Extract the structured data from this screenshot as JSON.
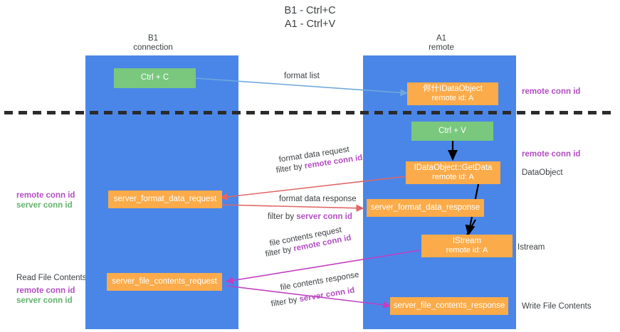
{
  "title": "B1 - Ctrl+C\nA1 - Ctrl+V",
  "colors": {
    "lane": "#4a86e8",
    "green_node": "#79c87e",
    "orange_node": "#fbab49",
    "purple_text": "#b24ec2",
    "green_text": "#62b36a",
    "dark_text": "#3c4043",
    "arrow_blue": "#6fa8dc",
    "arrow_red": "#e06666",
    "arrow_magenta": "#c13fc1",
    "arrow_black": "#000000",
    "divider": "#2b2b2b"
  },
  "lanes": [
    {
      "id": "b1",
      "header": "B1\nconnection"
    },
    {
      "id": "a1",
      "header": "A1\nremote"
    }
  ],
  "nodes": [
    {
      "id": "ctrl-c",
      "line1": "Ctrl + C",
      "line2": "",
      "color": "green"
    },
    {
      "id": "idataobject-remote",
      "line1": "侭什IDataObject",
      "line2": "remote id: A",
      "color": "orange"
    },
    {
      "id": "ctrl-v",
      "line1": "Ctrl + V",
      "line2": "",
      "color": "green"
    },
    {
      "id": "idataobject-getdata",
      "line1": "IDataObject::GetData",
      "line2": "remote id: A",
      "color": "orange"
    },
    {
      "id": "server-format-data-request",
      "line1": "server_format_data_request",
      "line2": "",
      "color": "orange"
    },
    {
      "id": "server-format-data-response",
      "line1": "server_format_data_response",
      "line2": "",
      "color": "orange"
    },
    {
      "id": "istream",
      "line1": "IStream",
      "line2": "remote id: A",
      "color": "orange"
    },
    {
      "id": "server-file-contents-request",
      "line1": "server_file_contents_request",
      "line2": "",
      "color": "orange"
    },
    {
      "id": "server-file-contents-response",
      "line1": "server_file_contents_response",
      "line2": "",
      "color": "orange"
    }
  ],
  "edge_labels": {
    "format_list": "format list",
    "format_data_request": "format data request",
    "format_data_request_filter_prefix": "filter by ",
    "format_data_request_filter_key": "remote conn id",
    "format_data_response": "format data response",
    "format_data_response_filter_prefix": "filter by ",
    "format_data_response_filter_key": "server conn id",
    "file_contents_request": "file contents request",
    "file_contents_request_filter_prefix": "filter by ",
    "file_contents_request_filter_key": "remote conn id",
    "file_contents_response": "file contents response",
    "file_contents_response_filter_prefix": "filter by ",
    "file_contents_response_filter_key": "server conn id"
  },
  "annotations": {
    "right_remote_conn_id_top": "remote conn id",
    "right_remote_conn_id_mid": "remote conn id",
    "right_dataobject": "DataObject",
    "right_istream": "Istream",
    "right_write_file_contents": "Write File Contents",
    "left_remote_conn_id_mid": "remote conn id",
    "left_server_conn_id_mid": "server conn id",
    "left_read_file_contents": "Read File Contents",
    "left_remote_conn_id_low": "remote conn id",
    "left_server_conn_id_low": "server conn id"
  }
}
